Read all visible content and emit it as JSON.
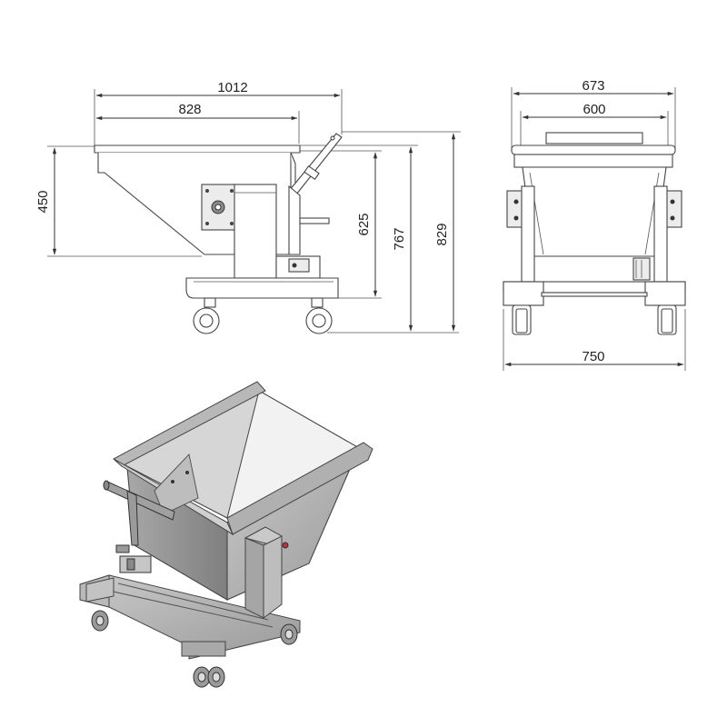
{
  "dimensions": {
    "side_overall_length": "1012",
    "side_top_length": "828",
    "side_bin_height": "450",
    "side_pivot_height": "625",
    "side_rim_height": "767",
    "side_overall_height": "829",
    "front_overall_width": "673",
    "front_inner_width": "600",
    "front_base_width": "750"
  }
}
